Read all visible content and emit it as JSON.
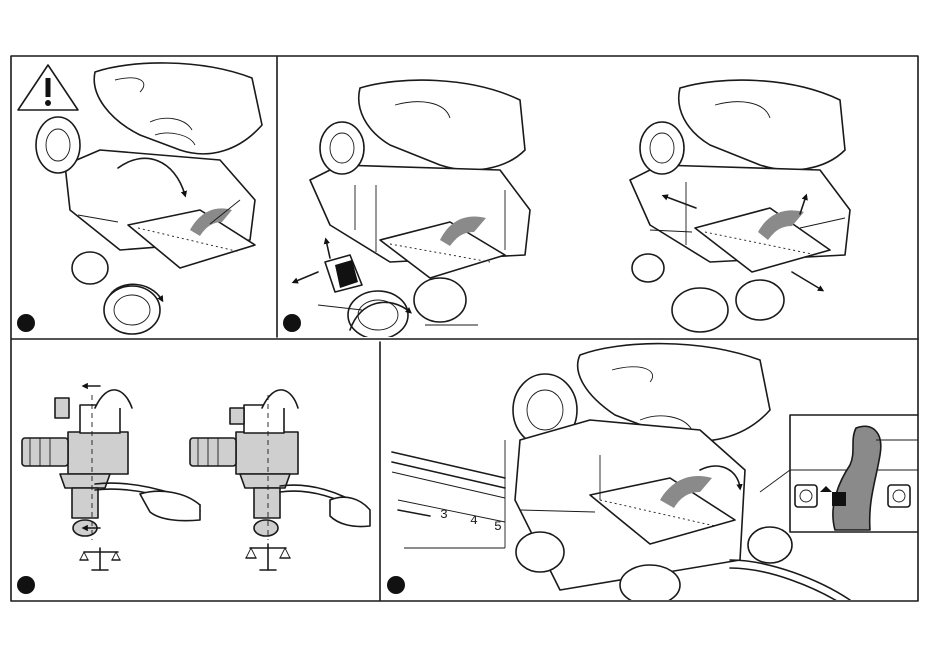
{
  "frame": {
    "border_color": "#1a1a1a",
    "background": "#ffffff"
  },
  "panels": [
    {
      "id": "panel-1",
      "icon": "warning-triangle-icon"
    },
    {
      "id": "panel-2a"
    },
    {
      "id": "panel-2b"
    },
    {
      "id": "panel-3",
      "icons": [
        "balance-scale-icon",
        "balance-scale-icon"
      ]
    },
    {
      "id": "panel-4",
      "scale_marks": [
        "3",
        "4",
        "5"
      ]
    }
  ],
  "colors": {
    "ink": "#1a1a1a",
    "badge": "#111111",
    "shade_light": "#cfcfcf",
    "shade_dark": "#8a8a8a"
  }
}
